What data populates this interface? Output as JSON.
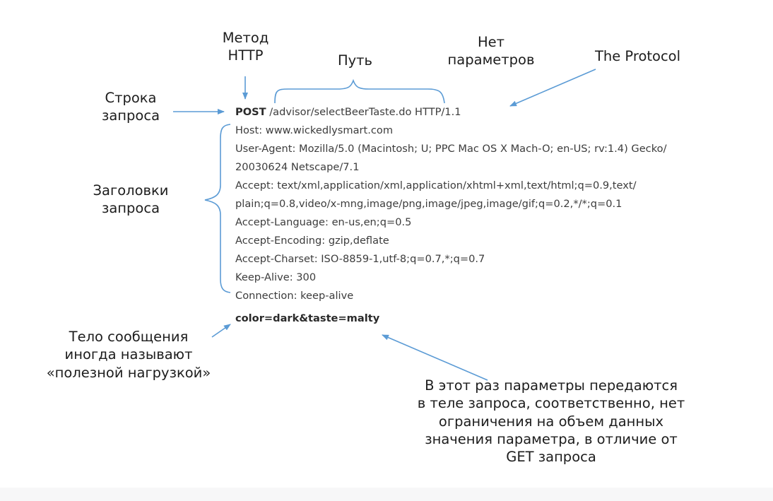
{
  "labels": {
    "method": [
      "Метод",
      "HTTP"
    ],
    "path": "Путь",
    "no_params": [
      "Нет",
      "параметров"
    ],
    "protocol": "The Protocol",
    "request_line": [
      "Строка",
      "запроса"
    ],
    "headers": [
      "Заголовки",
      "запроса"
    ],
    "body": [
      "Тело сообщения",
      "иногда называют",
      "«полезной нагрузкой»"
    ],
    "body_note": [
      "В этот раз параметры передаются",
      "в теле запроса, соответственно, нет",
      "ограничения на объем данных",
      "значения параметра, в отличие от",
      "GET запроса"
    ]
  },
  "request": {
    "method": "POST",
    "path_and_version": " /advisor/selectBeerTaste.do HTTP/1.1",
    "headers": [
      "Host: www.wickedlysmart.com",
      "User-Agent: Mozilla/5.0 (Macintosh; U; PPC Mac OS X Mach-O; en-US; rv:1.4) Gecko/",
      "20030624 Netscape/7.1",
      "Accept: text/xml,application/xml,application/xhtml+xml,text/html;q=0.9,text/",
      "plain;q=0.8,video/x-mng,image/png,image/jpeg,image/gif;q=0.2,*/*;q=0.1",
      "Accept-Language: en-us,en;q=0.5",
      "Accept-Encoding: gzip,deflate",
      "Accept-Charset: ISO-8859-1,utf-8;q=0.7,*;q=0.7",
      "Keep-Alive: 300",
      "Connection: keep-alive"
    ],
    "body": "color=dark&taste=malty"
  },
  "colors": {
    "arrow": "#5b9bd5",
    "text": "#1d1d1d",
    "code": "#3c3c3c"
  }
}
